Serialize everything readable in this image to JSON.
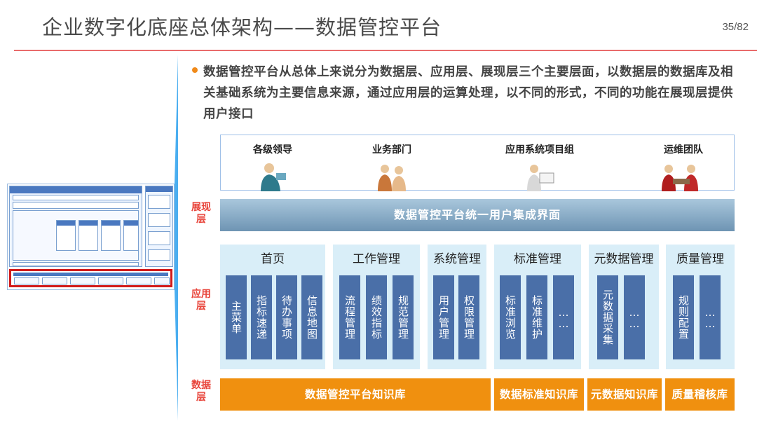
{
  "header": {
    "title": "企业数字化底座总体架构——数据管控平台",
    "page": "35/82"
  },
  "bullet": "数据管控平台从总体上来说分为数据层、应用层、展现层三个主要层面，以数据层的数据库及相关基础系统为主要信息来源，通过应用层的运算处理，以不同的形式，不同的功能在展现层提供用户接口",
  "roles": [
    "各级领导",
    "业务部门",
    "应用系统项目组",
    "运维团队"
  ],
  "layers": {
    "presentation": "展现\n层",
    "application": "应用\n层",
    "data": "数据\n层"
  },
  "banner": "数据管控平台统一用户集成界面",
  "modules": [
    {
      "title": "首页",
      "items": [
        "主菜单",
        "指标速递",
        "待办事项",
        "信息地图"
      ]
    },
    {
      "title": "工作管理",
      "items": [
        "流程管理",
        "绩效指标",
        "规范管理"
      ]
    },
    {
      "title": "系统管理",
      "items": [
        "用户管理",
        "权限管理"
      ]
    },
    {
      "title": "标准管理",
      "items": [
        "标准浏览",
        "标准维护",
        "……"
      ]
    },
    {
      "title": "元数据管理",
      "items": [
        "元数据采集",
        "……"
      ]
    },
    {
      "title": "质量管理",
      "items": [
        "规则配置",
        "……"
      ]
    }
  ],
  "knowledge_bases": [
    "数据管控平台知识库",
    "数据标准知识库",
    "元数据知识库",
    "质量稽核库"
  ],
  "colors": {
    "accent": "#f0900f",
    "module_bg": "#d9eef8",
    "sub_box": "#4a6fa8",
    "label_red": "#e8443a",
    "rule": "#e96b6b",
    "funnel": "#4aaef0"
  }
}
